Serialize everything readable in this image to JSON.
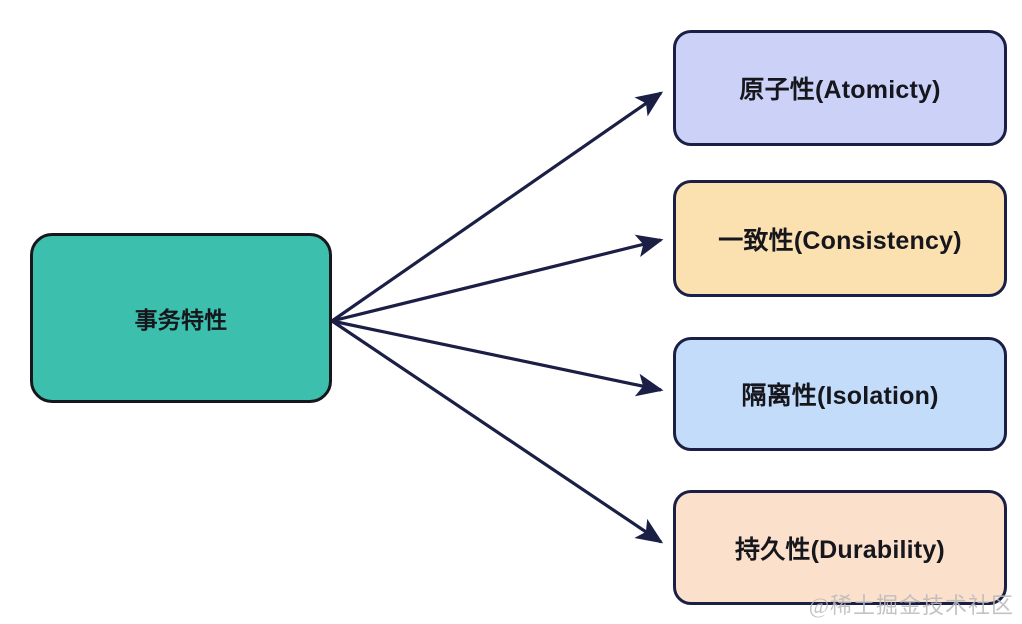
{
  "diagram": {
    "type": "node-edge-flow",
    "source_node": {
      "label": "事务特性",
      "fill": "#3cbfac",
      "stroke": "#16161d"
    },
    "targets": [
      {
        "label": "原子性(Atomicty)",
        "fill": "#ccd2f7",
        "stroke": "#1b1f45"
      },
      {
        "label": "一致性(Consistency)",
        "fill": "#fbe0b0",
        "stroke": "#1b1f45"
      },
      {
        "label": "隔离性(Isolation)",
        "fill": "#c3dcfa",
        "stroke": "#1b1f45"
      },
      {
        "label": "持久性(Durability)",
        "fill": "#fbe0cc",
        "stroke": "#1b1f45"
      }
    ],
    "edge_color": "#1b1f45",
    "edges": [
      {
        "from": "事务特性",
        "to": "原子性(Atomicty)"
      },
      {
        "from": "事务特性",
        "to": "一致性(Consistency)"
      },
      {
        "from": "事务特性",
        "to": "隔离性(Isolation)"
      },
      {
        "from": "事务特性",
        "to": "持久性(Durability)"
      }
    ]
  },
  "watermark": {
    "text": "@稀土掘金技术社区",
    "color": "#b9b9bd"
  }
}
